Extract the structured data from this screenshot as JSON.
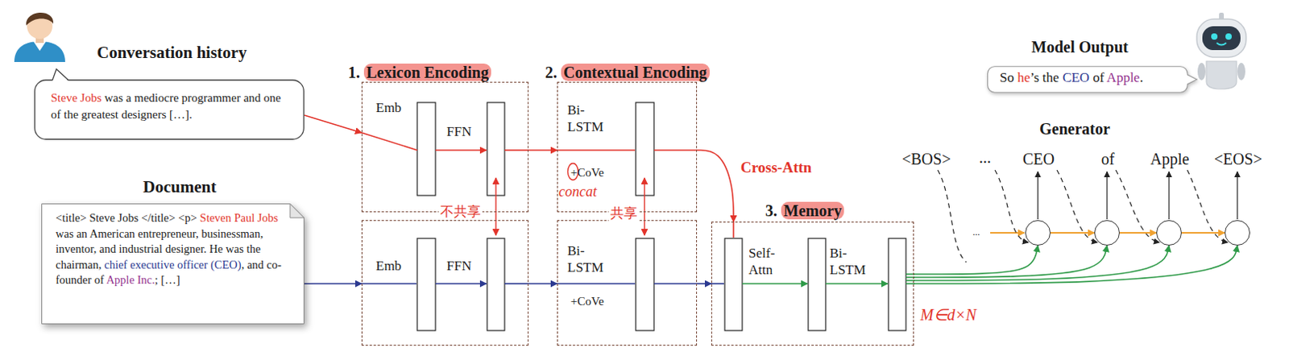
{
  "diagram": {
    "nodes": [
      {
        "text": [
          "Conversation history",
          "Steve Jobs was a mediocre programmer and one of the greatest designers […]."
        ]
      },
      {
        "text": [
          "Document",
          "<title> Steve Jobs </title> <p> Steven Paul Jobs was an American entrepreneur, businessman, inventor, and industrial designer. He was the chairman, chief executive officer (CEO), and co-founder of Apple Inc.; […]"
        ]
      },
      {
        "text": [
          "1. Lexicon Encoding",
          "Emb",
          "FFN"
        ]
      },
      {
        "text": [
          "Emb",
          "FFN"
        ]
      },
      {
        "text": [
          "2. Contextual Encoding",
          "Bi- LSTM",
          "+CoVe"
        ]
      },
      {
        "text": [
          "Bi- LSTM",
          "+CoVe"
        ]
      },
      {
        "text": [
          "3. Memory",
          "Self-Attn",
          "Bi-LSTM"
        ]
      },
      {
        "text": [
          "Model Output",
          "So he’s the CEO of Apple."
        ]
      },
      {
        "text": [
          "CEO"
        ]
      },
      {
        "text": [
          "of"
        ]
      },
      {
        "text": [
          "Apple"
        ]
      },
      {
        "text": [
          "<EOS>"
        ]
      }
    ],
    "edges": [
      {
        "from": 0,
        "to": 2,
        "arrow": "to"
      },
      {
        "from": 2,
        "to": 4,
        "arrow": "to"
      },
      {
        "from": 4,
        "to": 6,
        "label": "Cross-Attn",
        "arrow": "to"
      },
      {
        "from": 1,
        "to": 3,
        "arrow": "to"
      },
      {
        "from": 3,
        "to": 5,
        "arrow": "to"
      },
      {
        "from": 5,
        "to": 6,
        "arrow": "to"
      },
      {
        "from": 6,
        "to": 8,
        "arrow": "to"
      },
      {
        "from": 6,
        "to": 9,
        "arrow": "to"
      },
      {
        "from": 6,
        "to": 10,
        "arrow": "to"
      },
      {
        "from": 6,
        "to": 11,
        "arrow": "to"
      },
      {
        "from": 8,
        "to": 9,
        "arrow": "to"
      },
      {
        "from": 9,
        "to": 10,
        "arrow": "to"
      },
      {
        "from": 10,
        "to": 11,
        "arrow": "to"
      }
    ],
    "labels": [
      "不共享",
      "共享",
      "concat",
      "M∈d×N",
      "Generator",
      "<BOS>",
      "...",
      "..."
    ]
  }
}
